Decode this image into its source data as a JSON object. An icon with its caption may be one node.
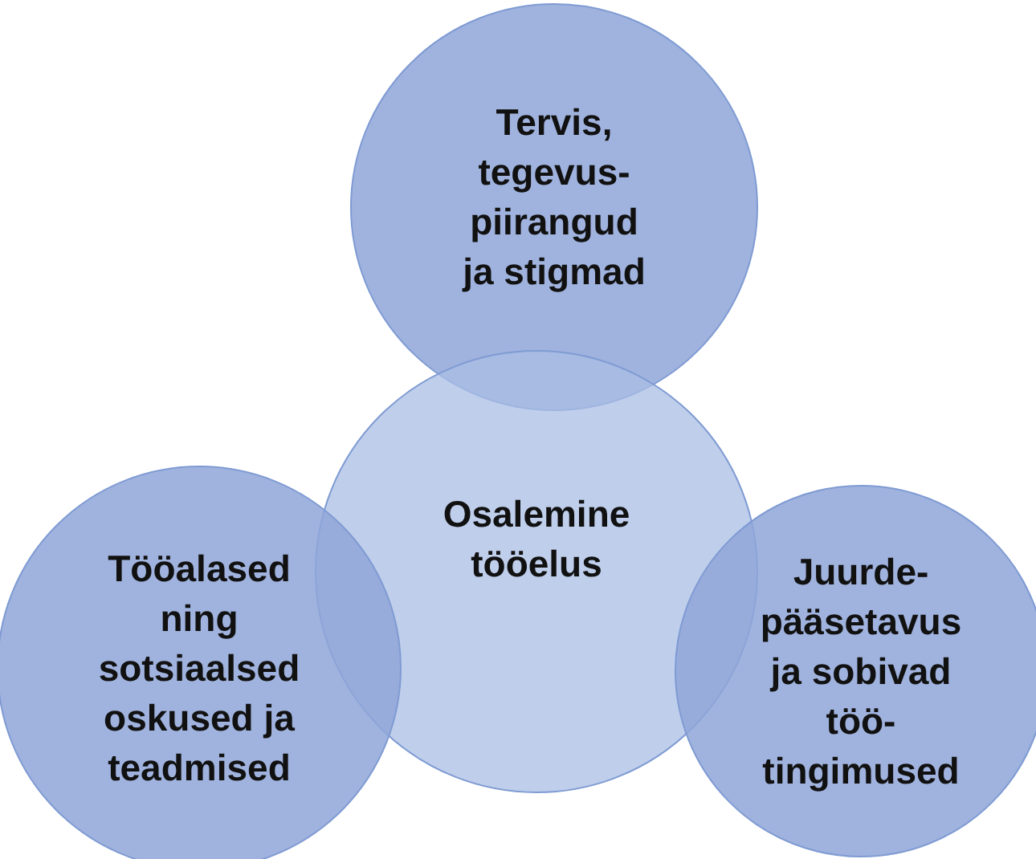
{
  "diagram": {
    "nodes": [
      {
        "text": [
          "Tervis, tegevus- piirangud ja stigmad"
        ]
      },
      {
        "text": [
          "Osalemine tööelus"
        ]
      },
      {
        "text": [
          "Tööalased ning sotsiaalsed oskused ja teadmised"
        ]
      },
      {
        "text": [
          "Juurde- pääsetavus ja sobivad töö- tingimused"
        ]
      }
    ],
    "edges": []
  }
}
